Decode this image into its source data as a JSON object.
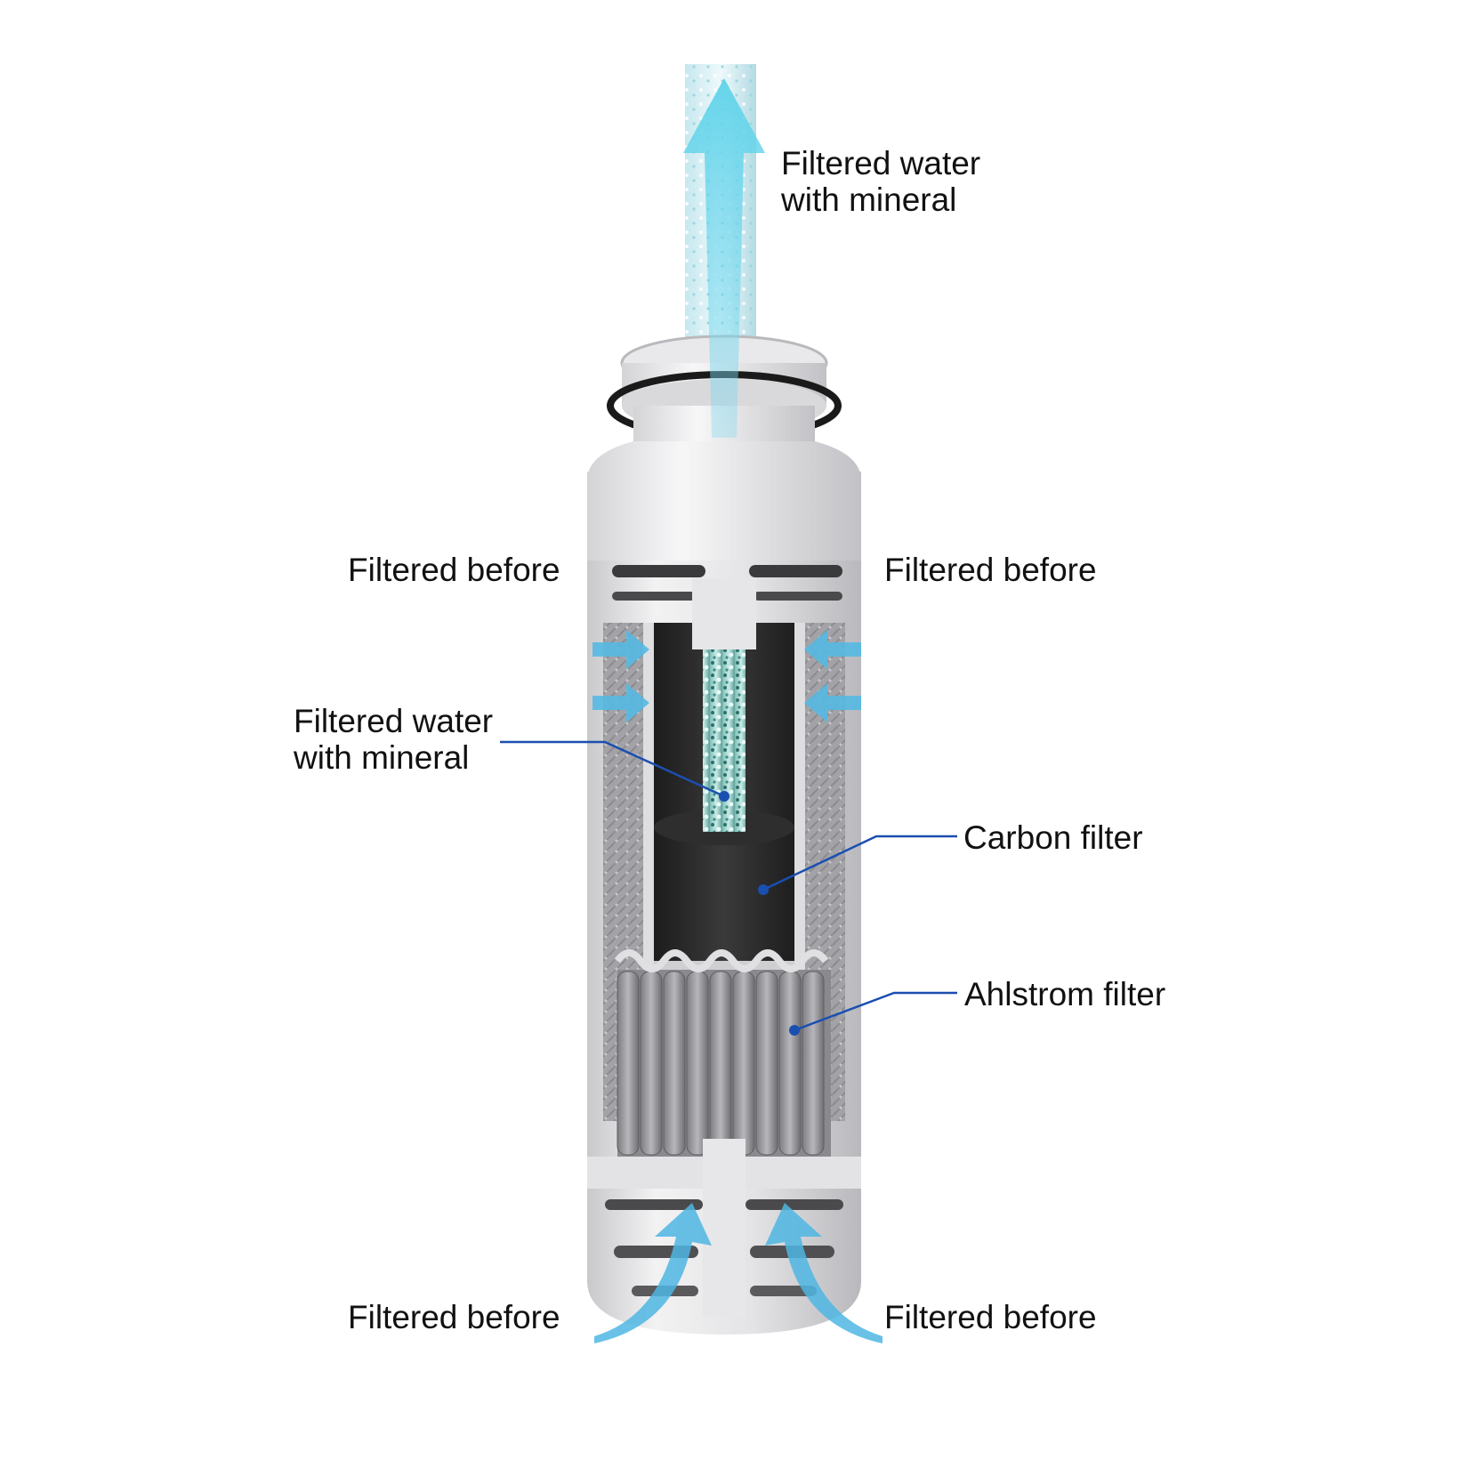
{
  "labels": {
    "top_outlet": {
      "line1": "Filtered water",
      "line2": "with mineral"
    },
    "side_top_left": "Filtered before",
    "side_top_right": "Filtered before",
    "core": {
      "line1": "Filtered water",
      "line2": "with mineral"
    },
    "carbon": "Carbon filter",
    "ahlstrom": "Ahlstrom filter",
    "bottom_left": "Filtered before",
    "bottom_right": "Filtered before"
  },
  "colors": {
    "flow_arrow": "#5ec8e8",
    "leader_line": "#1a4fb0",
    "housing": "#e6e6e8",
    "carbon": "#2a2a2a",
    "mesh": "#9c9ca0"
  },
  "icons": {
    "outlet_arrow": "arrow-up-icon",
    "inflow_arrows": "arrow-right-icon",
    "bottom_inflow": "curved-arrow-up-icon"
  }
}
